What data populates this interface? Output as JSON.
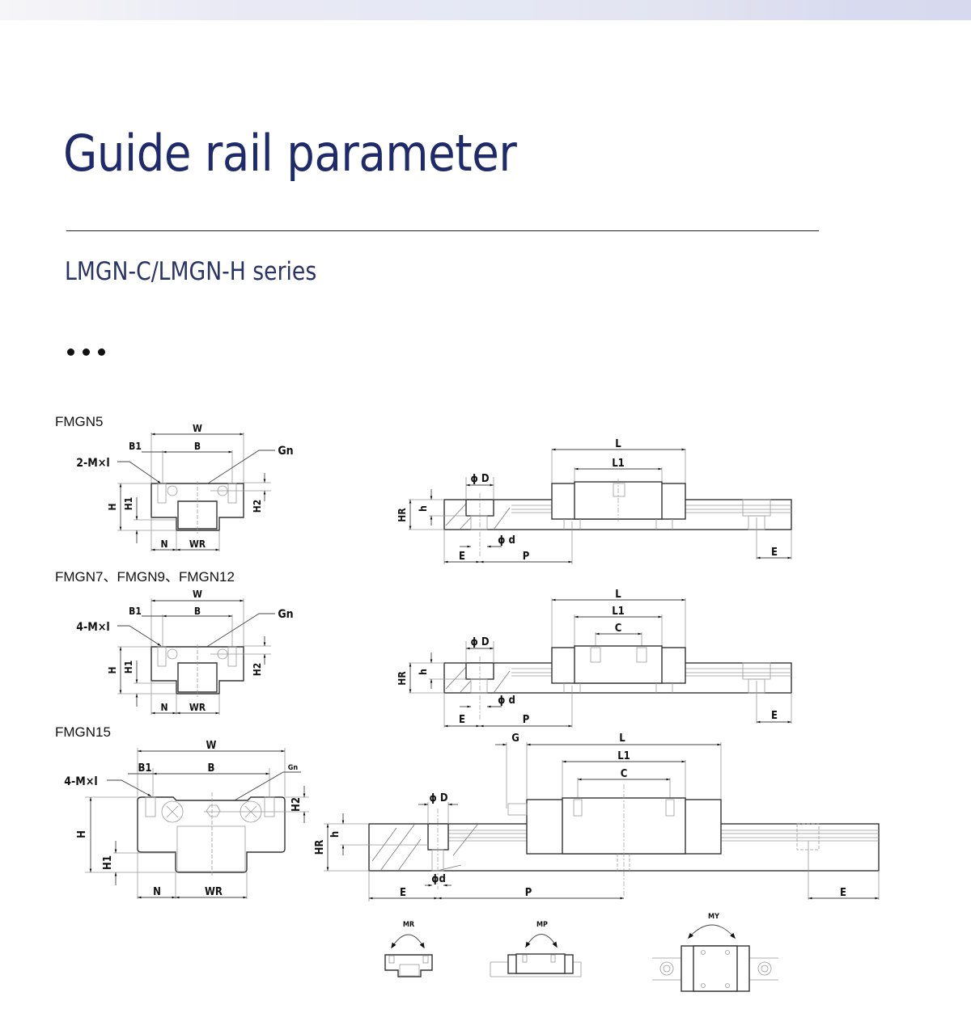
{
  "header": {
    "title": "Guide rail parameter",
    "subtitle": "LMGN-C/LMGN-H series",
    "more_icon": "ellipsis-dots"
  },
  "colors": {
    "title": "#1f2a6b",
    "subtitle": "#2a3366",
    "band_start": "#f6f6f8",
    "band_end": "#d7daee",
    "line": "#111111"
  },
  "sections": [
    {
      "model": "FMGN5",
      "end_view": {
        "W": "W",
        "B": "B",
        "B1": "B1",
        "bolt": "2-M×l",
        "grease": "Gn",
        "H": "H",
        "H1": "H1",
        "H2": "H2",
        "N": "N",
        "WR": "WR"
      },
      "side_view": {
        "L": "L",
        "L1": "L1",
        "D": "ϕ D",
        "d": "ϕ d",
        "h": "h",
        "HR": "HR",
        "E_left": "E",
        "P": "P",
        "E_right": "E"
      }
    },
    {
      "model": "FMGN7、FMGN9、FMGN12",
      "end_view": {
        "W": "W",
        "B": "B",
        "B1": "B1",
        "bolt": "4-M×l",
        "grease": "Gn",
        "H": "H",
        "H1": "H1",
        "H2": "H2",
        "N": "N",
        "WR": "WR"
      },
      "side_view": {
        "L": "L",
        "L1": "L1",
        "C": "C",
        "D": "ϕ D",
        "d": "ϕ d",
        "h": "h",
        "HR": "HR",
        "E_left": "E",
        "P": "P",
        "E_right": "E"
      }
    },
    {
      "model": "FMGN15",
      "end_view": {
        "W": "W",
        "B": "B",
        "B1": "B1",
        "bolt": "4-M×l",
        "grease": "Gn",
        "H": "H",
        "H1": "H1",
        "H2": "H2",
        "N": "N",
        "WR": "WR"
      },
      "side_view": {
        "G": "G",
        "L": "L",
        "L1": "L1",
        "C": "C",
        "D": "ϕ D",
        "d": "ϕd",
        "h": "h",
        "HR": "HR",
        "E_left": "E",
        "P": "P",
        "E_right": "E"
      }
    }
  ],
  "moments": [
    {
      "label": "MR"
    },
    {
      "label": "MP"
    },
    {
      "label": "MY"
    }
  ]
}
